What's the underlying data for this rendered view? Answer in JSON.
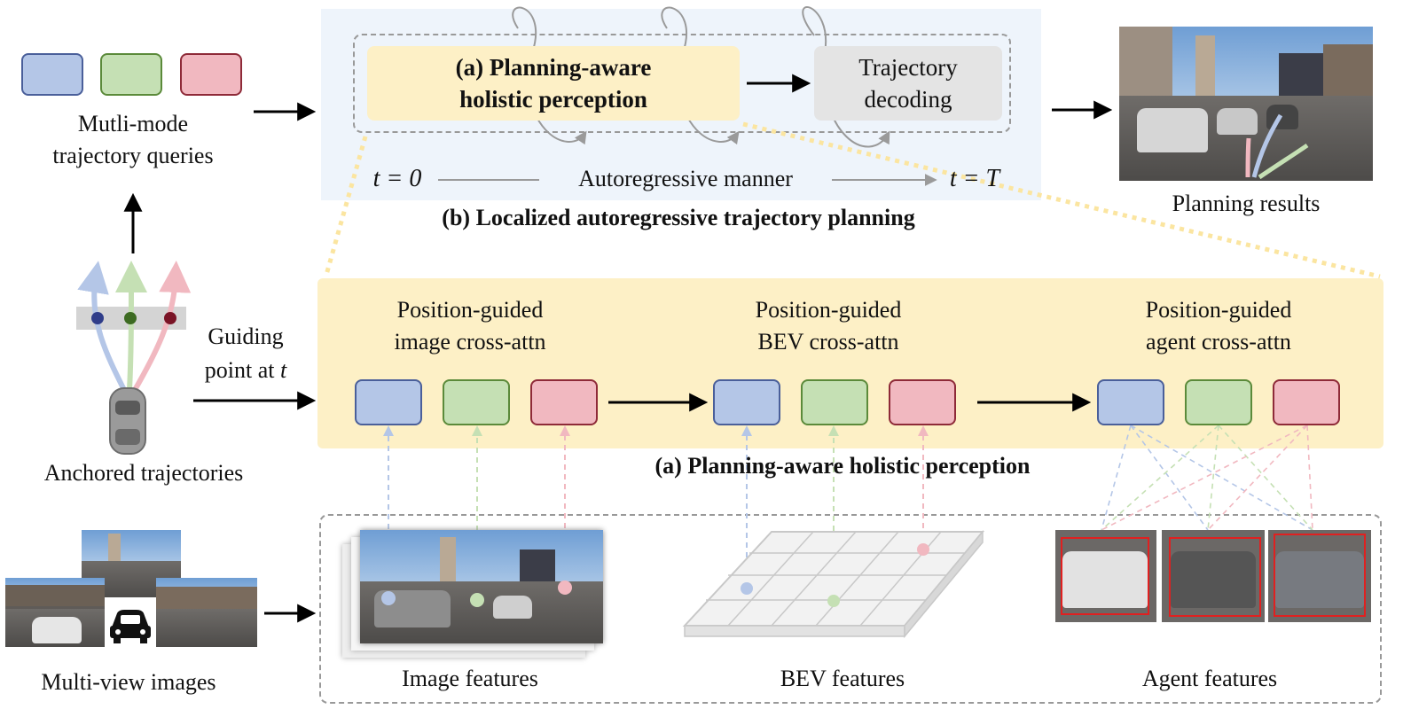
{
  "queries_label": [
    "Mutli-mode",
    "trajectory queries"
  ],
  "anchored_label": "Anchored trajectories",
  "guiding_label": [
    "Guiding",
    "point at",
    "t"
  ],
  "multiview_label": "Multi-view images",
  "planning_results_label": "Planning results",
  "top_block": {
    "perception_box": [
      "(a) Planning-aware",
      "holistic perception"
    ],
    "decoding_box": [
      "Trajectory",
      "decoding"
    ],
    "t_start": "t = 0",
    "t_end": "t = T",
    "manner_label": "Autoregressive manner",
    "caption": "(b) Localized autoregressive trajectory planning"
  },
  "perception_stage": {
    "caption": "(a) Planning-aware holistic perception",
    "groups": [
      {
        "title": [
          "Position-guided",
          "image cross-attn"
        ]
      },
      {
        "title": [
          "Position-guided",
          "BEV cross-attn"
        ]
      },
      {
        "title": [
          "Position-guided",
          "agent cross-attn"
        ]
      }
    ]
  },
  "features": {
    "image": "Image features",
    "bev": "BEV features",
    "agent": "Agent features"
  },
  "colors": {
    "mode_blue": "#b4c6e7",
    "mode_green": "#c5e0b4",
    "mode_red": "#f1b8c0",
    "panel_yellow": "#fdf0c6",
    "panel_blue": "#eef4fb"
  }
}
